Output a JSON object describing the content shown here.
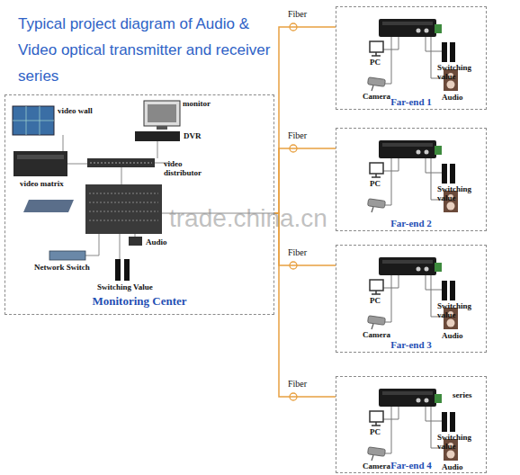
{
  "diagram": {
    "title": "Typical project diagram of Audio & Video optical transmitter and receiver series",
    "nodes": [
      {
        "text": [
          "Monitoring Center"
        ]
      },
      {
        "text": [
          "Far-end 1"
        ]
      },
      {
        "text": [
          "Far-end 2"
        ]
      },
      {
        "text": [
          "Far-end 3"
        ]
      },
      {
        "text": [
          "Far-end 4"
        ]
      }
    ],
    "edges": [
      {
        "from": 0,
        "to": 1,
        "label": "Fiber",
        "arrow": "none"
      },
      {
        "from": 0,
        "to": 2,
        "label": "Fiber",
        "arrow": "none"
      },
      {
        "from": 0,
        "to": 3,
        "label": "Fiber",
        "arrow": "none"
      },
      {
        "from": 0,
        "to": 4,
        "label": "Fiber",
        "arrow": "none"
      }
    ],
    "labels": [
      "video wall",
      "monitor",
      "DVR",
      "video distributor",
      "video matrix",
      "Network Switch",
      "Audio",
      "Switching Value",
      "PC",
      "Camera",
      "Switching value",
      "Audio",
      "PC",
      "Switching value",
      "PC",
      "Switching value",
      "Camera",
      "Audio",
      "series",
      "PC",
      "Switching value",
      "Camera",
      "Audio",
      "trade.china.cn"
    ]
  }
}
